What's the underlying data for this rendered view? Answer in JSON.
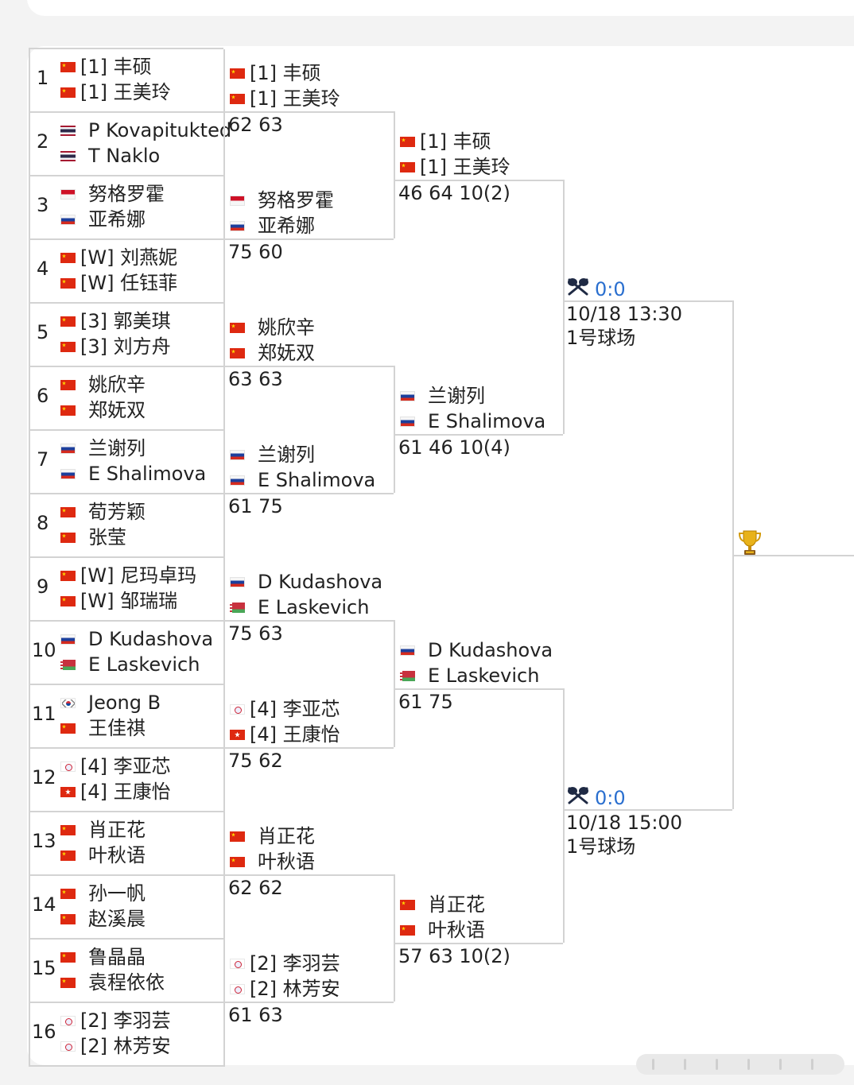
{
  "round1": [
    {
      "seed": "1",
      "players": [
        {
          "flag": "cn",
          "name": "[1] 丰硕"
        },
        {
          "flag": "cn",
          "name": "[1] 王美玲"
        }
      ]
    },
    {
      "seed": "2",
      "players": [
        {
          "flag": "th",
          "name": "P Kovapitukted"
        },
        {
          "flag": "th",
          "name": "T Naklo"
        }
      ]
    },
    {
      "seed": "3",
      "players": [
        {
          "flag": "id",
          "name": "努格罗霍"
        },
        {
          "flag": "ru",
          "name": "亚希娜"
        }
      ]
    },
    {
      "seed": "4",
      "players": [
        {
          "flag": "cn",
          "name": "[W] 刘燕妮"
        },
        {
          "flag": "cn",
          "name": "[W] 任钰菲"
        }
      ]
    },
    {
      "seed": "5",
      "players": [
        {
          "flag": "cn",
          "name": "[3] 郭美琪"
        },
        {
          "flag": "cn",
          "name": "[3] 刘方舟"
        }
      ]
    },
    {
      "seed": "6",
      "players": [
        {
          "flag": "cn",
          "name": "姚欣辛"
        },
        {
          "flag": "cn",
          "name": "郑妩双"
        }
      ]
    },
    {
      "seed": "7",
      "players": [
        {
          "flag": "ru",
          "name": "兰谢列"
        },
        {
          "flag": "ru",
          "name": "E Shalimova"
        }
      ]
    },
    {
      "seed": "8",
      "players": [
        {
          "flag": "cn",
          "name": "荀芳颖"
        },
        {
          "flag": "cn",
          "name": "张莹"
        }
      ]
    },
    {
      "seed": "9",
      "players": [
        {
          "flag": "cn",
          "name": "[W] 尼玛卓玛"
        },
        {
          "flag": "cn",
          "name": "[W] 邹瑞瑞"
        }
      ]
    },
    {
      "seed": "10",
      "players": [
        {
          "flag": "ru",
          "name": "D Kudashova"
        },
        {
          "flag": "by",
          "name": "E Laskevich"
        }
      ]
    },
    {
      "seed": "11",
      "players": [
        {
          "flag": "kr",
          "name": "Jeong B"
        },
        {
          "flag": "cn",
          "name": "王佳祺"
        }
      ]
    },
    {
      "seed": "12",
      "players": [
        {
          "flag": "tpe",
          "name": "[4] 李亚芯"
        },
        {
          "flag": "hk",
          "name": "[4] 王康怡"
        }
      ]
    },
    {
      "seed": "13",
      "players": [
        {
          "flag": "cn",
          "name": "肖正花"
        },
        {
          "flag": "cn",
          "name": "叶秋语"
        }
      ]
    },
    {
      "seed": "14",
      "players": [
        {
          "flag": "cn",
          "name": "孙一帆"
        },
        {
          "flag": "cn",
          "name": "赵溪晨"
        }
      ]
    },
    {
      "seed": "15",
      "players": [
        {
          "flag": "cn",
          "name": "鲁晶晶"
        },
        {
          "flag": "cn",
          "name": "袁程依依"
        }
      ]
    },
    {
      "seed": "16",
      "players": [
        {
          "flag": "tpe",
          "name": "[2] 李羽芸"
        },
        {
          "flag": "tpe",
          "name": "[2] 林芳安"
        }
      ]
    }
  ],
  "round2": [
    {
      "players": [
        {
          "flag": "cn",
          "name": "[1] 丰硕"
        },
        {
          "flag": "cn",
          "name": "[1] 王美玲"
        }
      ],
      "score": "62 63"
    },
    {
      "players": [
        {
          "flag": "id",
          "name": "努格罗霍"
        },
        {
          "flag": "ru",
          "name": "亚希娜"
        }
      ],
      "score": "75 60"
    },
    {
      "players": [
        {
          "flag": "cn",
          "name": "姚欣辛"
        },
        {
          "flag": "cn",
          "name": "郑妩双"
        }
      ],
      "score": "63 63"
    },
    {
      "players": [
        {
          "flag": "ru",
          "name": "兰谢列"
        },
        {
          "flag": "ru",
          "name": "E Shalimova"
        }
      ],
      "score": "61 75"
    },
    {
      "players": [
        {
          "flag": "ru",
          "name": "D Kudashova"
        },
        {
          "flag": "by",
          "name": "E Laskevich"
        }
      ],
      "score": "75 63"
    },
    {
      "players": [
        {
          "flag": "tpe",
          "name": "[4] 李亚芯"
        },
        {
          "flag": "hk",
          "name": "[4] 王康怡"
        }
      ],
      "score": "75 62"
    },
    {
      "players": [
        {
          "flag": "cn",
          "name": "肖正花"
        },
        {
          "flag": "cn",
          "name": "叶秋语"
        }
      ],
      "score": "62 62"
    },
    {
      "players": [
        {
          "flag": "tpe",
          "name": "[2] 李羽芸"
        },
        {
          "flag": "tpe",
          "name": "[2] 林芳安"
        }
      ],
      "score": "61 63"
    }
  ],
  "quarterfinals": [
    {
      "players": [
        {
          "flag": "cn",
          "name": "[1] 丰硕"
        },
        {
          "flag": "cn",
          "name": "[1] 王美玲"
        }
      ],
      "score": "46 64 10(2)"
    },
    {
      "players": [
        {
          "flag": "ru",
          "name": "兰谢列"
        },
        {
          "flag": "ru",
          "name": "E Shalimova"
        }
      ],
      "score": "61 46 10(4)"
    },
    {
      "players": [
        {
          "flag": "ru",
          "name": "D Kudashova"
        },
        {
          "flag": "by",
          "name": "E Laskevich"
        }
      ],
      "score": "61 75"
    },
    {
      "players": [
        {
          "flag": "cn",
          "name": "肖正花"
        },
        {
          "flag": "cn",
          "name": "叶秋语"
        }
      ],
      "score": "57 63 10(2)"
    }
  ],
  "semifinals": [
    {
      "live": "0:0",
      "time": "10/18 13:30",
      "court": "1号球场"
    },
    {
      "live": "0:0",
      "time": "10/18 15:00",
      "court": "1号球场"
    }
  ],
  "icons": {
    "trophy": "trophy-icon",
    "live": "crossed-rackets-icon"
  },
  "colors": {
    "line": "#d3d3d3",
    "live": "#2a6fcf",
    "card": "#ffffff",
    "page": "#f3f3f3"
  }
}
